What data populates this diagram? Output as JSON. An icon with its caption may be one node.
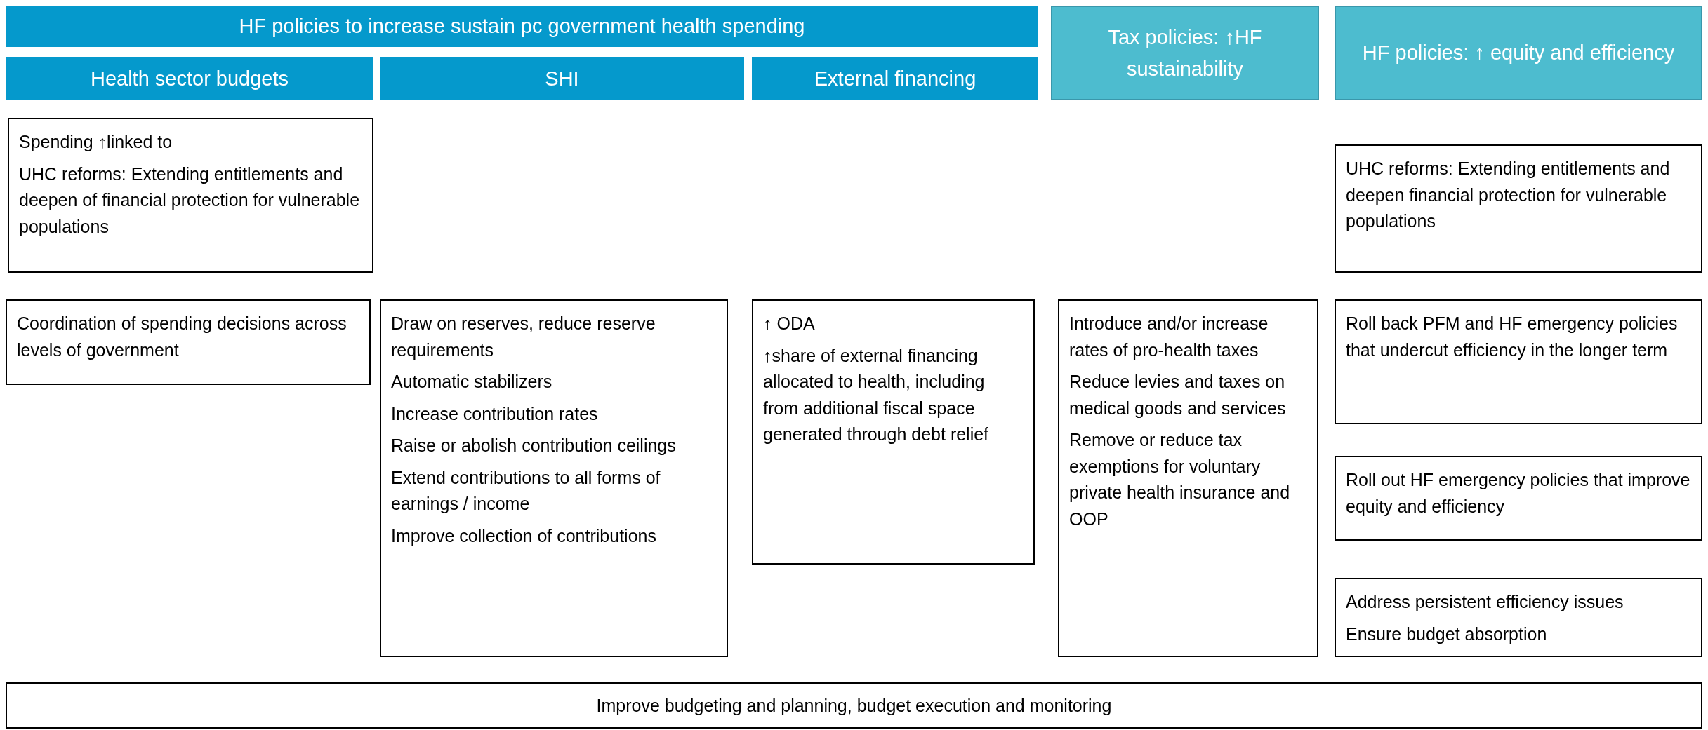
{
  "diagram": {
    "nodes": [
      {
        "text": [
          "HF policies to increase sustain pc government health spending"
        ]
      },
      {
        "text": [
          "Health sector budgets"
        ]
      },
      {
        "text": [
          "SHI"
        ]
      },
      {
        "text": [
          "External financing"
        ]
      },
      {
        "text": [
          "Tax policies: ↑HF sustainability"
        ]
      },
      {
        "text": [
          "HF policies: ↑ equity and efficiency"
        ]
      },
      {
        "text": [
          "Spending ↑linked to",
          "UHC reforms: Extending entitlements and deepen of financial protection for vulnerable populations"
        ]
      },
      {
        "text": [
          "UHC reforms:  Extending entitlements and deepen financial protection for vulnerable populations"
        ]
      },
      {
        "text": [
          "Coordination of spending decisions across levels of government"
        ]
      },
      {
        "text": [
          "Draw on reserves, reduce reserve requirements",
          "Automatic stabilizers",
          "Increase contribution rates",
          "Raise or abolish contribution ceilings",
          "Extend contributions to all forms of earnings / income",
          "Improve collection of contributions"
        ]
      },
      {
        "text": [
          "↑ ODA",
          "↑share of external financing allocated to health, including from additional fiscal space generated through debt relief"
        ]
      },
      {
        "text": [
          "Introduce and/or increase rates of pro-health taxes",
          "Reduce levies and taxes on medical goods and services",
          "Remove or reduce tax exemptions for voluntary private health insurance and OOP"
        ]
      },
      {
        "text": [
          "Roll back PFM  and HF emergency policies that undercut efficiency in the longer term"
        ]
      },
      {
        "text": [
          "Roll out HF emergency policies that improve equity and efficiency"
        ]
      },
      {
        "text": [
          "Address persistent efficiency issues",
          "Ensure budget absorption"
        ]
      },
      {
        "text": [
          "Improve budgeting and planning, budget execution and monitoring"
        ]
      }
    ]
  }
}
